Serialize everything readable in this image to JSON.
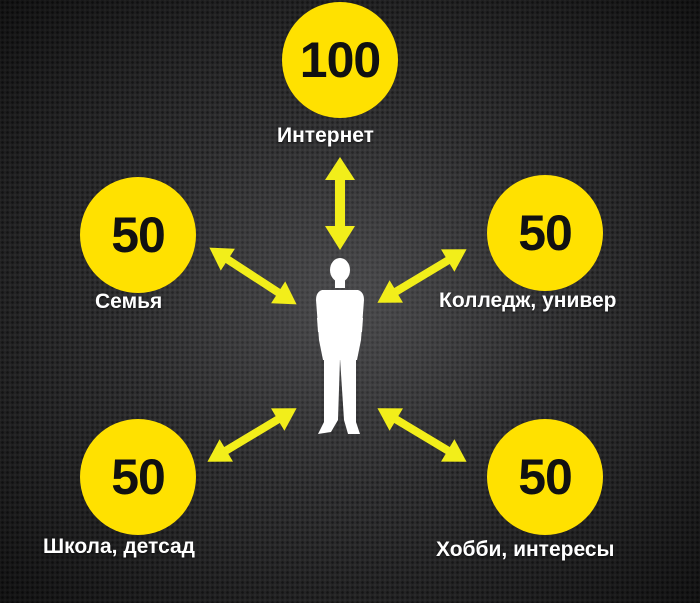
{
  "nodes": {
    "internet": {
      "value": "100",
      "label": "Интернет"
    },
    "family": {
      "value": "50",
      "label": "Семья"
    },
    "college": {
      "value": "50",
      "label": "Колледж, универ"
    },
    "school": {
      "value": "50",
      "label": "Школа, детсад"
    },
    "hobby": {
      "value": "50",
      "label": "Хобби, интересы"
    }
  },
  "colors": {
    "accent": "#ffe100",
    "background": "#2b2b2c",
    "text": "#ffffff",
    "figure": "#ffffff"
  },
  "icons": {
    "center": "person-silhouette-icon",
    "connector": "double-arrow-icon"
  }
}
